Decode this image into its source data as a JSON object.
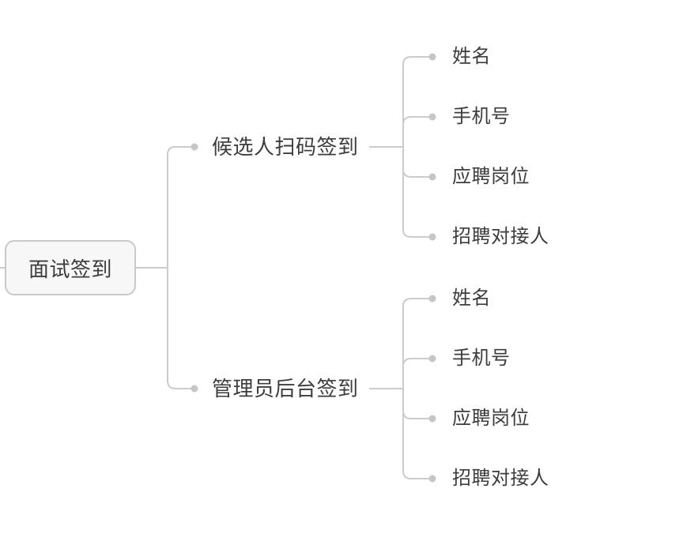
{
  "colors": {
    "background": "#ffffff",
    "line": "#cccccc",
    "dot": "#c6c6c6",
    "text": "#3d3d3d",
    "root_fill": "#f7f7f7",
    "root_border": "#c9c9c9"
  },
  "mindmap": {
    "root": {
      "label": "面试签到"
    },
    "branches": [
      {
        "label": "候选人扫码签到",
        "children": [
          "姓名",
          "手机号",
          "应聘岗位",
          "招聘对接人"
        ]
      },
      {
        "label": "管理员后台签到",
        "children": [
          "姓名",
          "手机号",
          "应聘岗位",
          "招聘对接人"
        ]
      }
    ]
  }
}
